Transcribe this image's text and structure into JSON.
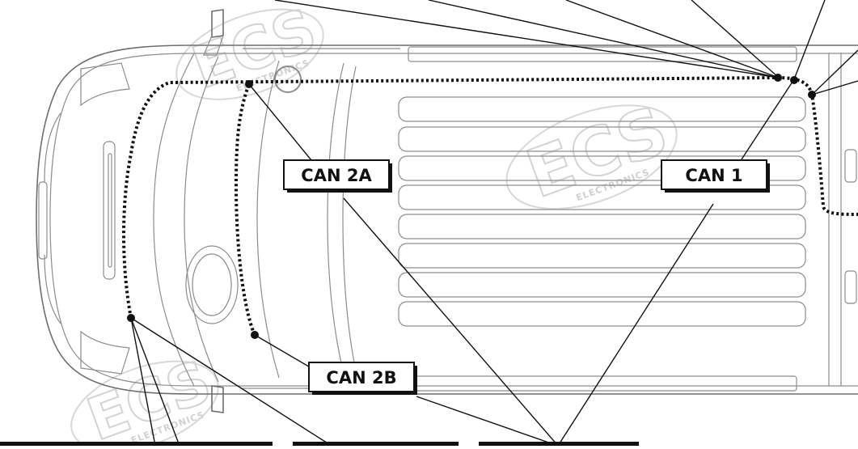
{
  "watermark": {
    "logo": "ECS",
    "subtitle": "ELECTRONICS"
  },
  "labels": {
    "can1": "CAN 1",
    "can2a": "CAN 2A",
    "can2b": "CAN 2B"
  }
}
